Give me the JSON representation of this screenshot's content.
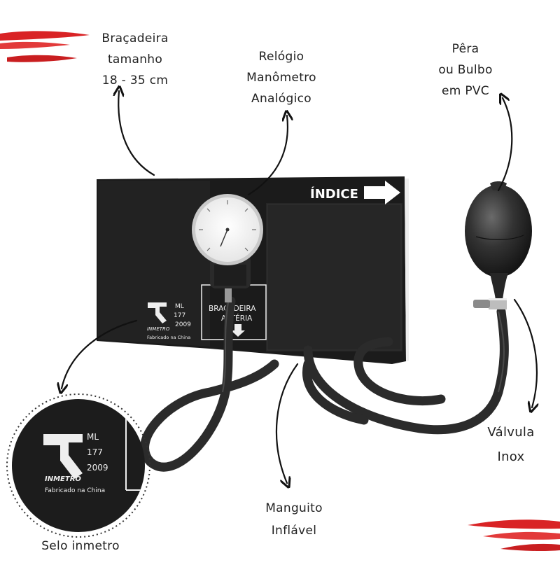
{
  "annotations": {
    "bracadeira": [
      "Braçadeira",
      "tamanho",
      "18 - 35 cm"
    ],
    "relogio": [
      "Relógio",
      "Manômetro",
      "Analógico"
    ],
    "pera": [
      "Pêra",
      "ou Bulbo",
      "em PVC"
    ],
    "valvula": [
      "Válvula",
      "Inox"
    ],
    "manguito": [
      "Manguito",
      "Inflável"
    ],
    "selo": [
      "Selo inmetro"
    ]
  },
  "cuff": {
    "index_text": "ÍNDICE",
    "artery_line1": "BRAÇADEIRA",
    "artery_line2": "ARTÉRIA",
    "seal_ml": "ML",
    "seal_number": "177",
    "seal_year": "2009",
    "seal_brand": "INMETRO",
    "seal_origin": "Fabricado na China"
  },
  "colors": {
    "cuff": "#1b1b1b",
    "accent_red": "#e0282a",
    "text": "#222222"
  }
}
